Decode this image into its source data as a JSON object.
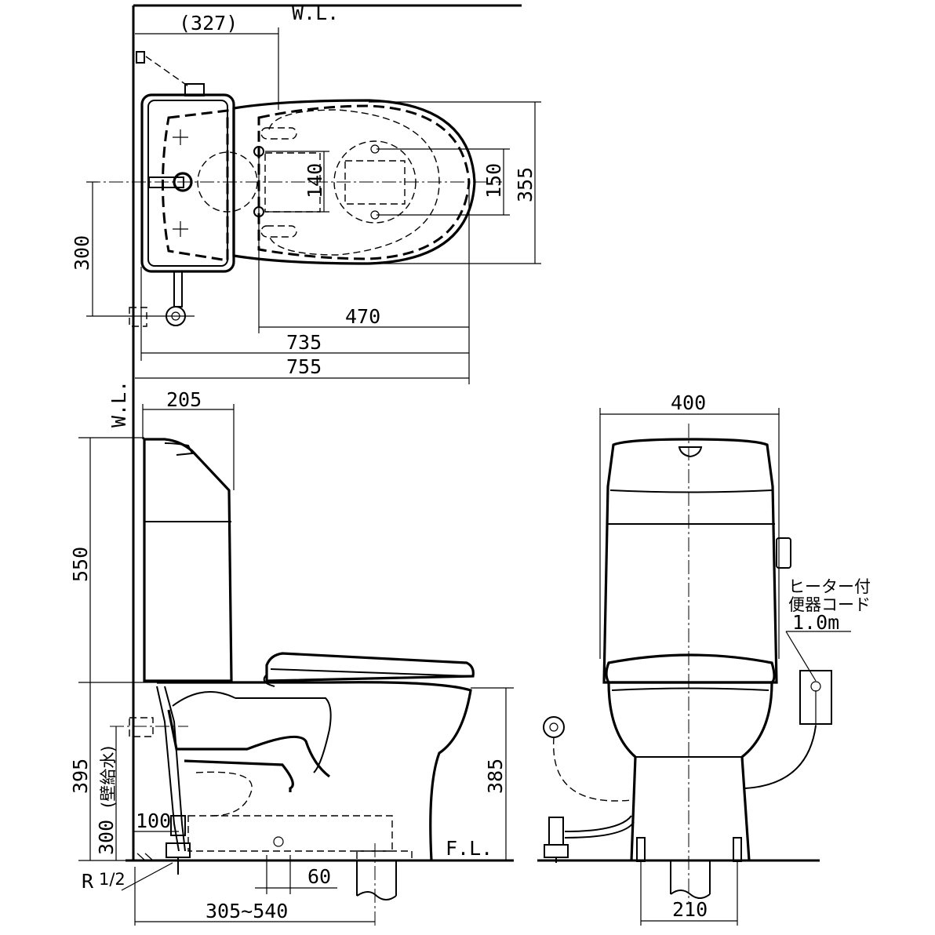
{
  "labels": {
    "wall_line_top": "W.L.",
    "wall_line_side": "W.L.",
    "floor_line": "F.L.",
    "pipe_thread_main": "R",
    "pipe_thread_frac": "1/2",
    "heater_note_1": "ヒーター付",
    "heater_note_2": "便器コード",
    "heater_note_3": "1.0m",
    "wall_supply": "(壁給水)"
  },
  "dimensions": {
    "top_327": "(327)",
    "top_140": "140",
    "top_150": "150",
    "top_355": "355",
    "top_300": "300",
    "top_470": "470",
    "top_735": "735",
    "top_755": "755",
    "side_205": "205",
    "side_550": "550",
    "side_395": "395",
    "side_300": "300",
    "side_100": "100",
    "side_385": "385",
    "side_60": "60",
    "side_305_540": "305~540",
    "front_400": "400",
    "front_210": "210"
  }
}
